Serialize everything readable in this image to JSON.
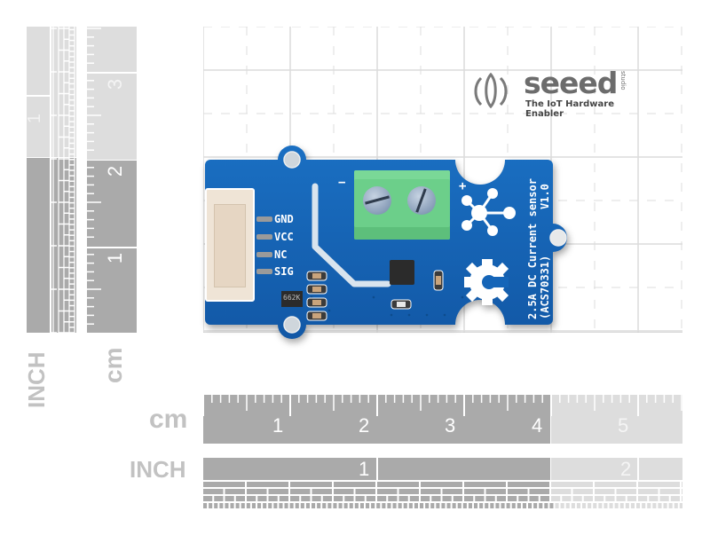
{
  "brand": {
    "name": "seeed",
    "sub": "studio",
    "tagline": "The IoT Hardware Enabler",
    "color": "#6c6c6c"
  },
  "board": {
    "title_line1": "2.5A DC Current sensor",
    "title_line2": "(ACS70331)",
    "version": "V1.0",
    "pins": [
      "GND",
      "VCC",
      "NC",
      "SIG"
    ],
    "terminal_minus": "−",
    "terminal_plus": "+",
    "regulator_marking": "662K",
    "pcb_color": "#1565b8",
    "terminal_color": "#6ccf8a"
  },
  "rulers": {
    "left_inch_label": "INCH",
    "left_cm_label": "cm",
    "left_inch_numbers": [
      "1"
    ],
    "left_cm_numbers": [
      "1",
      "2",
      "3"
    ],
    "bottom_cm_label": "cm",
    "bottom_inch_label": "INCH",
    "bottom_cm_numbers": [
      "1",
      "2",
      "3",
      "4",
      "5"
    ],
    "bottom_inch_numbers": [
      "1",
      "2"
    ],
    "dark_color": "#aaaaaa",
    "light_color": "#dddddd"
  }
}
